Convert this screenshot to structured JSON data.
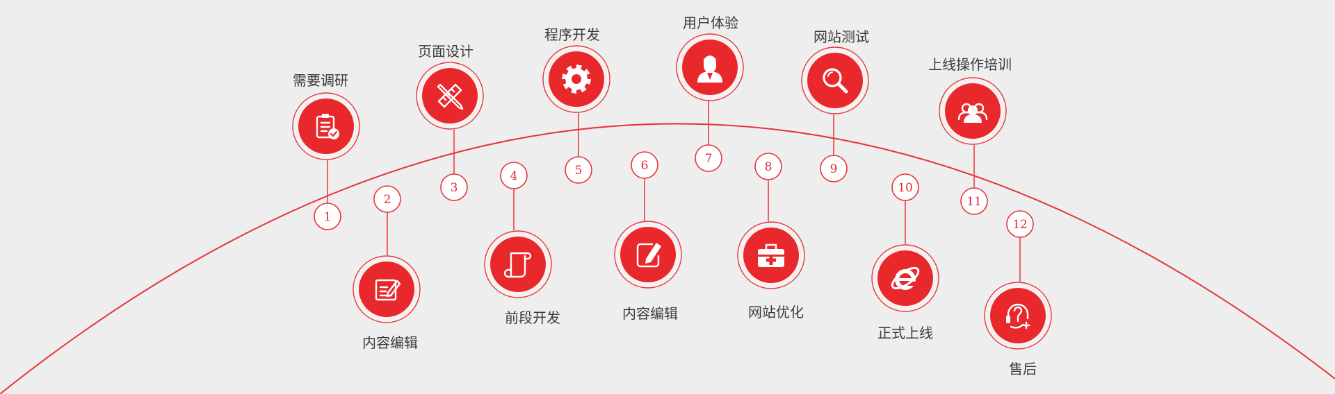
{
  "colors": {
    "accent": "#e9282c",
    "line": "#e5353a",
    "background": "#efeeee",
    "text": "#3a3a3a"
  },
  "steps": [
    {
      "num": "1",
      "label": "需要调研",
      "icon": "clipboard-check-icon"
    },
    {
      "num": "2",
      "label": "内容编辑",
      "icon": "edit-note-icon"
    },
    {
      "num": "3",
      "label": "页面设计",
      "icon": "ruler-pencil-icon"
    },
    {
      "num": "4",
      "label": "前段开发",
      "icon": "scroll-icon"
    },
    {
      "num": "5",
      "label": "程序开发",
      "icon": "gear-icon"
    },
    {
      "num": "6",
      "label": "内容编辑",
      "icon": "edit-square-icon"
    },
    {
      "num": "7",
      "label": "用户体验",
      "icon": "user-icon"
    },
    {
      "num": "8",
      "label": "网站优化",
      "icon": "first-aid-kit-icon"
    },
    {
      "num": "9",
      "label": "网站测试",
      "icon": "magnifier-icon"
    },
    {
      "num": "10",
      "label": "正式上线",
      "icon": "internet-explorer-icon"
    },
    {
      "num": "11",
      "label": "上线操作培训",
      "icon": "team-icon"
    },
    {
      "num": "12",
      "label": "售后",
      "icon": "support-headset-icon"
    }
  ]
}
